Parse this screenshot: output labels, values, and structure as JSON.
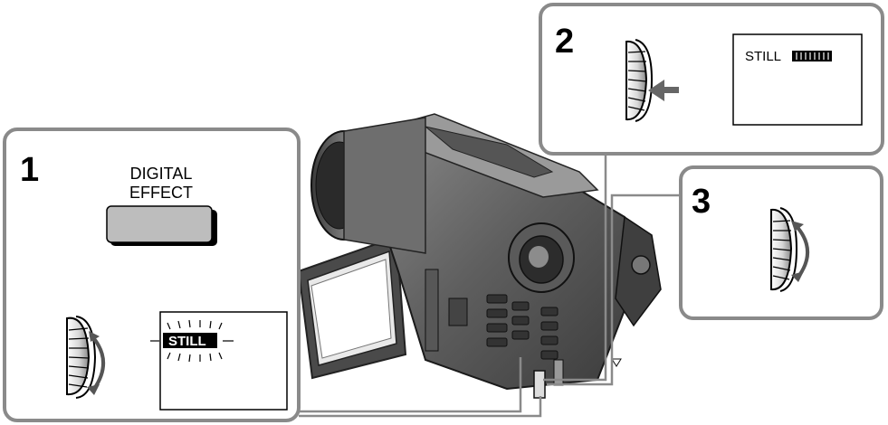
{
  "steps": [
    {
      "number": "1",
      "button_label_line1": "DIGITAL",
      "button_label_line2": "EFFECT",
      "display_text": "STILL"
    },
    {
      "number": "2",
      "display_text": "STILL"
    },
    {
      "number": "3"
    }
  ],
  "icons": [
    "camcorder-icon",
    "control-dial-icon",
    "lcd-screen-icon",
    "digital-effect-button-icon",
    "press-arrow-icon",
    "rotate-arrow-icon"
  ],
  "colors": {
    "panel_border": "#8a8a8a",
    "ink": "#000000",
    "button_fill": "#bdbdbd",
    "camera_body": "#6a6a6a"
  }
}
